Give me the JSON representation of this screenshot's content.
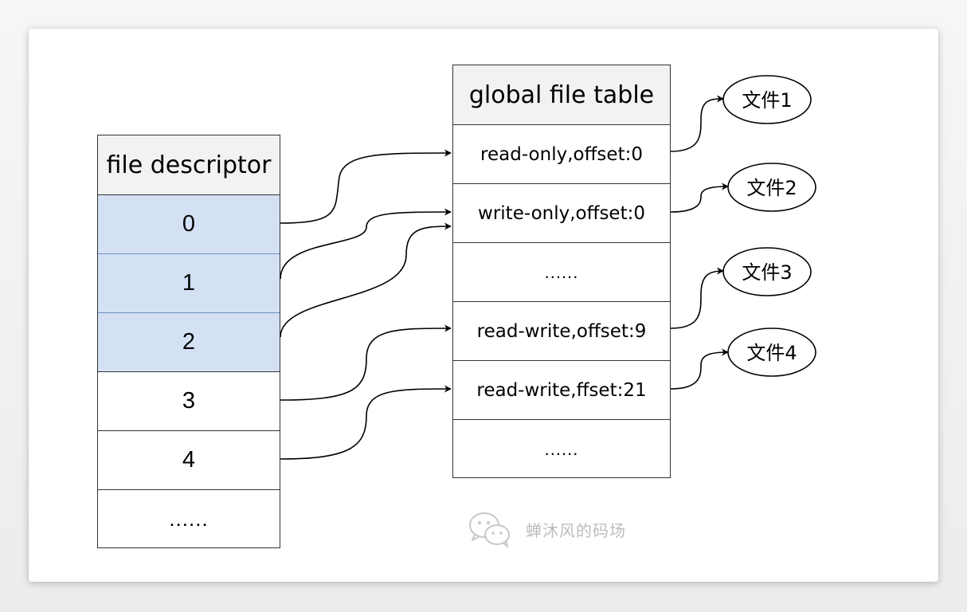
{
  "fd_table": {
    "header": "file descriptor",
    "rows": [
      "0",
      "1",
      "2",
      "3",
      "4",
      "......"
    ]
  },
  "global_table": {
    "header": "global file table",
    "rows": [
      "read-only,offset:0",
      "write-only,offset:0",
      "......",
      "read-write,offset:9",
      "read-write,ffset:21",
      "......"
    ]
  },
  "files": [
    "文件1",
    "文件2",
    "文件3",
    "文件4"
  ],
  "watermark": {
    "text": "蝉沐风的码场",
    "icon": "wechat-icon"
  },
  "colors": {
    "highlight": "#d4e1f5",
    "header_bg": "#f2f2f2",
    "line": "#000000",
    "watermark": "#bdbdbd"
  }
}
